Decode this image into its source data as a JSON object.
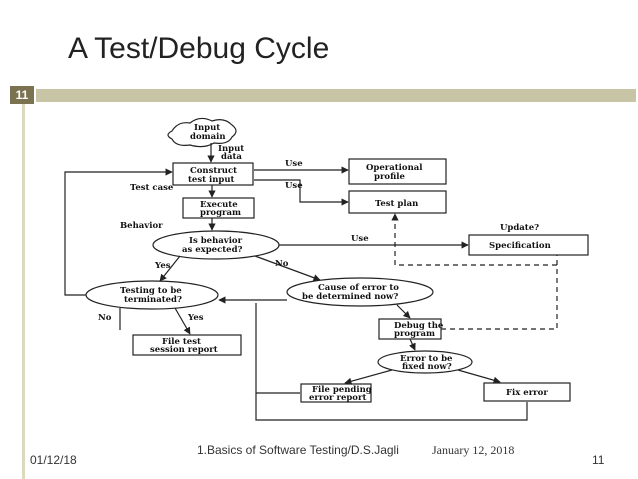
{
  "slide": {
    "title": "A Test/Debug Cycle",
    "number_badge": "11"
  },
  "diagram": {
    "nodes": {
      "input_domain": [
        "Input",
        "domain"
      ],
      "construct": [
        "Construct",
        "test input"
      ],
      "operational": [
        "Operational",
        "profile"
      ],
      "test_plan": "Test plan",
      "execute": [
        "Execute",
        "program"
      ],
      "behavior_q": [
        "Is behavior",
        "as expected?"
      ],
      "specification": "Specification",
      "testing_term": [
        "Testing to be",
        "terminated?"
      ],
      "cause_q": [
        "Cause of error to",
        "be determined now?"
      ],
      "file_test": [
        "File test",
        "session report"
      ],
      "debug": [
        "Debug the",
        "program"
      ],
      "error_fixed_q": [
        "Error to be",
        "fixed now?"
      ],
      "file_pending": [
        "File  pending",
        "error report"
      ],
      "fix_error": "Fix error"
    },
    "labels": {
      "input_data": [
        "Input",
        "data"
      ],
      "use1": "Use",
      "use2": "Use",
      "use3": "Use",
      "test_case": "Test case",
      "behavior": "Behavior",
      "update": "Update?",
      "yes1": "Yes",
      "no1": "No",
      "no2": "No",
      "yes2": "Yes"
    }
  },
  "footer": {
    "date_left": "01/12/18",
    "course": "1.Basics of Software Testing/D.S.Jagli",
    "date_center": "January 12, 2018",
    "page": "11"
  }
}
